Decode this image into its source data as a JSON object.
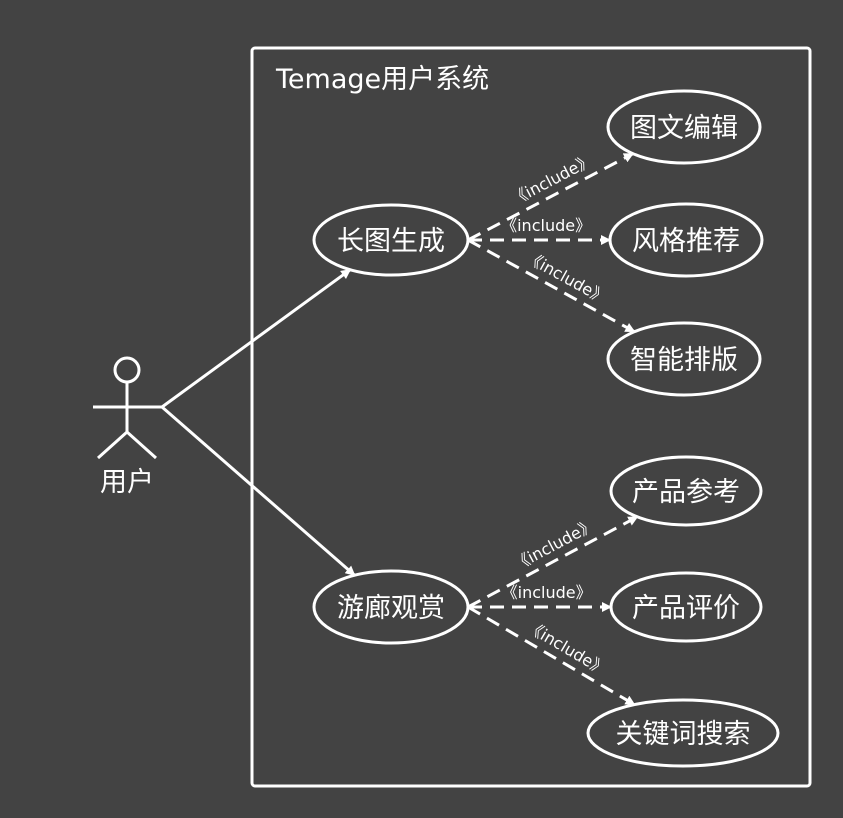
{
  "system": {
    "title": "Temage用户系统"
  },
  "actor": {
    "label": "用户",
    "icon": "stick-figure-actor-icon"
  },
  "use_cases": [
    {
      "id": "longimg",
      "label": "长图生成"
    },
    {
      "id": "edit",
      "label": "图文编辑"
    },
    {
      "id": "style",
      "label": "风格推荐"
    },
    {
      "id": "layout",
      "label": "智能排版"
    },
    {
      "id": "gallery",
      "label": "游廊观赏"
    },
    {
      "id": "ref",
      "label": "产品参考"
    },
    {
      "id": "review",
      "label": "产品评价"
    },
    {
      "id": "search",
      "label": "关键词搜索"
    }
  ],
  "relations": {
    "include_label": "《include》",
    "associations": [
      {
        "from": "actor",
        "to": "longimg"
      },
      {
        "from": "actor",
        "to": "gallery"
      }
    ],
    "includes": [
      {
        "from": "longimg",
        "to": "edit"
      },
      {
        "from": "longimg",
        "to": "style"
      },
      {
        "from": "longimg",
        "to": "layout"
      },
      {
        "from": "gallery",
        "to": "ref"
      },
      {
        "from": "gallery",
        "to": "review"
      },
      {
        "from": "gallery",
        "to": "search"
      }
    ]
  },
  "colors": {
    "background": "#434343",
    "stroke": "#ffffff"
  }
}
